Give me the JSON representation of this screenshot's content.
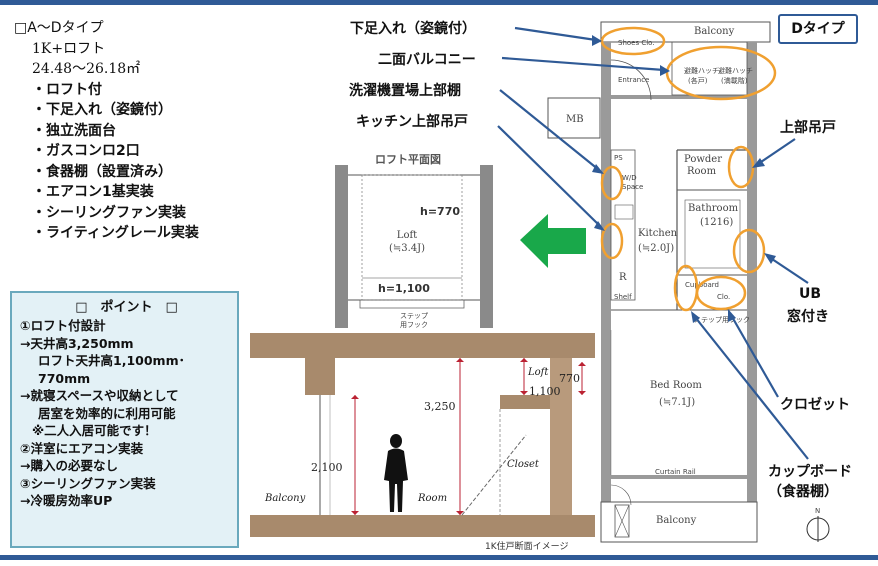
{
  "spec": {
    "title": "□A〜Dタイプ",
    "layout": "1K+ロフト",
    "area": "24.48〜26.18㎡",
    "features": [
      "・ロフト付",
      "・下足入れ（姿鏡付）",
      "・独立洗面台",
      "・ガスコンロ2口",
      "・食器棚（設置済み）",
      "・エアコン1基実装",
      "・シーリングファン実装",
      "・ライティングレール実装"
    ]
  },
  "points": {
    "heading": "□　ポイント　□",
    "lines": [
      {
        "text": "①ロフト付設計",
        "indent": 0
      },
      {
        "text": "→天井高3,250mm",
        "indent": 0
      },
      {
        "text": "ロフト天井高1,100mm･770mm",
        "indent": 1
      },
      {
        "text": "→就寝スペースや収納として",
        "indent": 0
      },
      {
        "text": "居室を効率的に利用可能",
        "indent": 1
      },
      {
        "text": "※二人入居可能です！",
        "indent": 2
      },
      {
        "text": "②洋室にエアコン実装",
        "indent": 0
      },
      {
        "text": "→購入の必要なし",
        "indent": 0
      },
      {
        "text": "③シーリングファン実装",
        "indent": 0
      },
      {
        "text": "→冷暖房効率UP",
        "indent": 0
      }
    ]
  },
  "loft_plan": {
    "title": "ロフト平面図",
    "loft_label": "Loft",
    "loft_area": "(≒3.4J)",
    "h_upper": "h=770",
    "h_lower": "h=1,100",
    "hook_line1": "ステップ",
    "hook_line2": "用フック"
  },
  "section": {
    "loft": "Loft",
    "closet": "Closet",
    "balcony": "Balcony",
    "room": "Room",
    "dim_3250": "3,250",
    "dim_2100": "2,100",
    "dim_1100": "1,100",
    "dim_770": "770",
    "caption": "1K住戸断面イメージ"
  },
  "floor_plan": {
    "balcony_top": "Balcony",
    "balcony_bottom": "Balcony",
    "shoes": "Shoes Clo.",
    "entrance": "Entrance",
    "hatch1_a": "避難ハッチ",
    "hatch1_b": "(各戸)",
    "hatch2_a": "避難ハッチ",
    "hatch2_b": "(満載階)",
    "mb": "MB",
    "ps": "PS",
    "shelf": "Shelf",
    "wd": "W/D",
    "space": "Space",
    "kitchen": "Kitchen",
    "kitchen_area": "(≒2.0J)",
    "powder1": "Powder",
    "powder2": "Room",
    "bathroom": "Bathroom",
    "bath_size": "(1216)",
    "cupboard": "Cupboard",
    "clo": "Clo.",
    "step_hook": "ステップ用フック",
    "r": "R",
    "bed1": "Bed Room",
    "bed2": "(≒7.1J)",
    "curtain_rail": "Curtain Rail",
    "north": "N"
  },
  "tags": {
    "shoe_box": "下足入れ（姿鏡付）",
    "two_balcony": "二面バルコニー",
    "laundry_shelf": "洗濯機置場上部棚",
    "kitchen_cabinet": "キッチン上部吊戸",
    "upper_cabinet": "上部吊戸",
    "ub_window_1": "UB",
    "ub_window_2": "窓付き",
    "closet": "クロゼット",
    "cupboard_1": "カップボード",
    "cupboard_2": "（食器棚）"
  },
  "type_badge": "Dタイプ",
  "colors": {
    "accent_blue": "#2f5a96",
    "highlight_orange": "#f0a030",
    "arrow_green": "#19a84a",
    "panel_fill": "#e3f1f6"
  }
}
